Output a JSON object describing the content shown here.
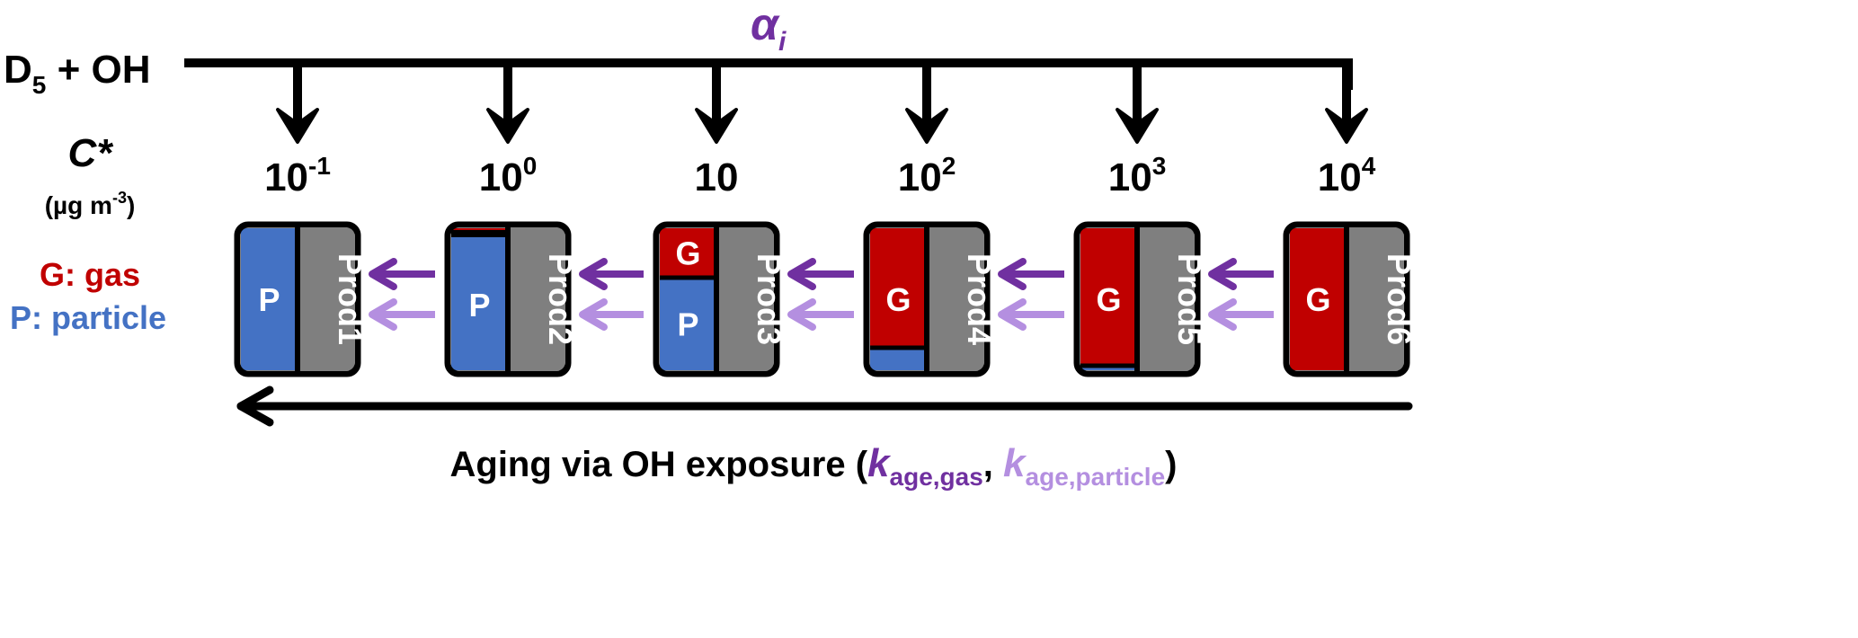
{
  "reactant": {
    "main": "D",
    "sub": "5",
    "rest": " + OH"
  },
  "yield_label": {
    "main": "α",
    "sub": "i"
  },
  "cstar_label": {
    "main": "C*",
    "units_pre": "(µg m",
    "units_sup": "-3",
    "units_post": ")"
  },
  "legend": {
    "gas": "G: gas",
    "particle": "P: particle"
  },
  "bins": [
    {
      "base": "10",
      "exp": "-1",
      "product": "Prod1",
      "gas_fraction": 0.0
    },
    {
      "base": "10",
      "exp": "0",
      "product": "Prod2",
      "gas_fraction": 0.04
    },
    {
      "base": "10",
      "exp": "",
      "product": "Prod3",
      "gas_fraction": 0.35
    },
    {
      "base": "10",
      "exp": "2",
      "product": "Prod4",
      "gas_fraction": 0.84
    },
    {
      "base": "10",
      "exp": "3",
      "product": "Prod5",
      "gas_fraction": 0.97
    },
    {
      "base": "10",
      "exp": "4",
      "product": "Prod6",
      "gas_fraction": 1.0
    }
  ],
  "phase_letters": {
    "gas": "G",
    "particle": "P"
  },
  "aging": {
    "text": "Aging via OH exposure (",
    "k1": "k",
    "k1_sub": "age,gas",
    "sep": ", ",
    "k2": "k",
    "k2_sub": "age,particle",
    "close": ")"
  },
  "colors": {
    "gas": "#c00000",
    "particle": "#4472c4",
    "product": "#7f7f7f",
    "purple": "#7030a0",
    "light_purple": "#b48fe0",
    "black": "#000000"
  }
}
